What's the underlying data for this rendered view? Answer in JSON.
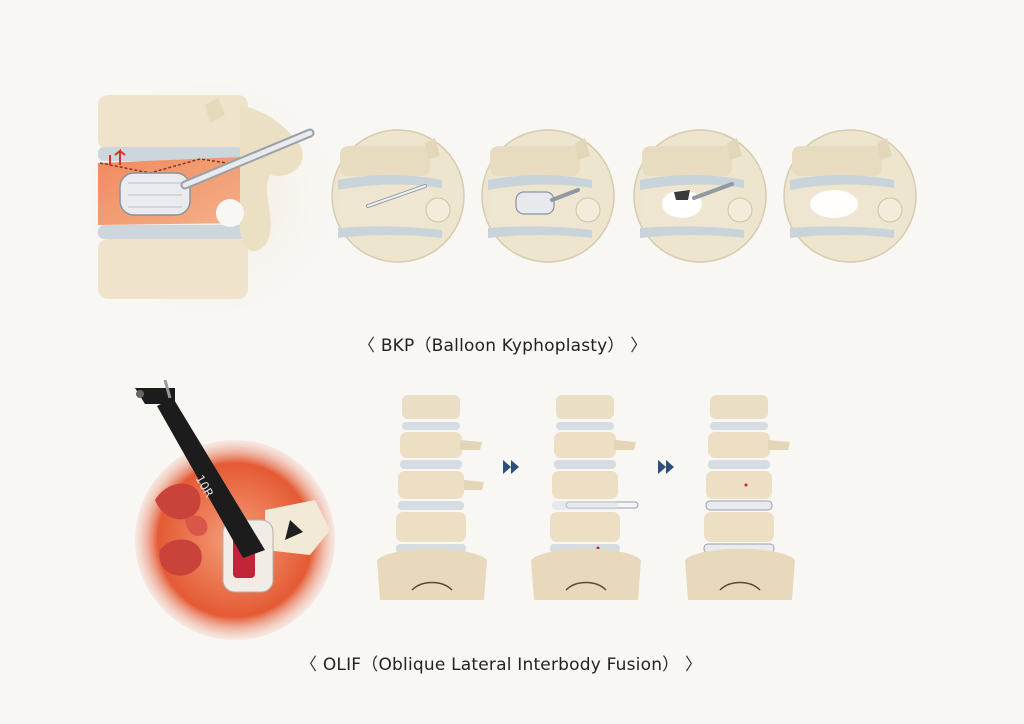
{
  "sections": {
    "bkp": {
      "caption_open": "〈",
      "caption": "BKP（Balloon Kyphoplasty）",
      "caption_close": "〉",
      "colors": {
        "bone": "#eee3c9",
        "bone_shade": "#d9c8a6",
        "disc": "#cfd7dc",
        "fracture": "#e86a45",
        "balloon": "#e9ebee"
      }
    },
    "olif": {
      "caption_open": "〈",
      "caption": "OLIF（Oblique Lateral Interbody Fusion）",
      "caption_close": "〉",
      "retractor_label": "10R",
      "colors": {
        "retractor": "#1c1c1c",
        "muscle": "#e0552f",
        "cage": "#c2253a",
        "arrow": "#2c4f7c"
      }
    }
  }
}
